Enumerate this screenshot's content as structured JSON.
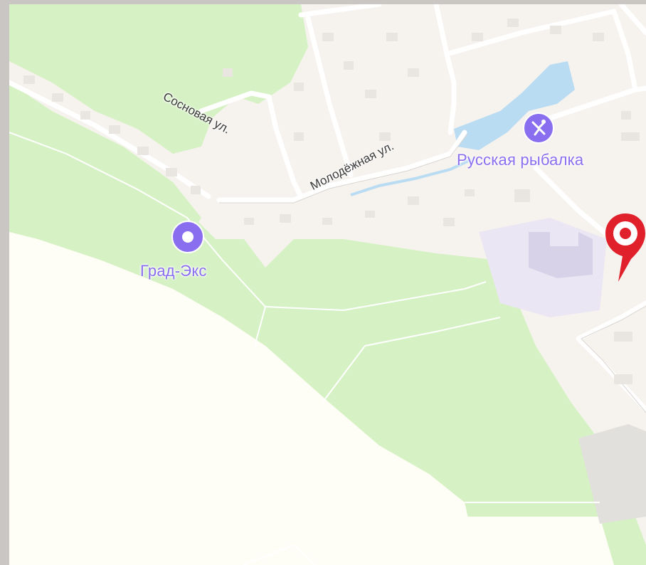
{
  "colors": {
    "forest": "#d6f2c4",
    "field": "#fffef6",
    "water": "#b9dcf3",
    "building": "#e8e4df",
    "poi": "#8a6ef0",
    "pin": "#e0202a"
  },
  "streets": {
    "sosnovaya": "Сосновая ул.",
    "molodezhnaya": "Молодёжная ул."
  },
  "pois": [
    {
      "name": "Русская рыбалка",
      "icon": "fishing-icon"
    },
    {
      "name": "Град-Экс",
      "icon": "poi-dot-icon"
    }
  ],
  "marker": {
    "icon": "location-pin-icon"
  }
}
